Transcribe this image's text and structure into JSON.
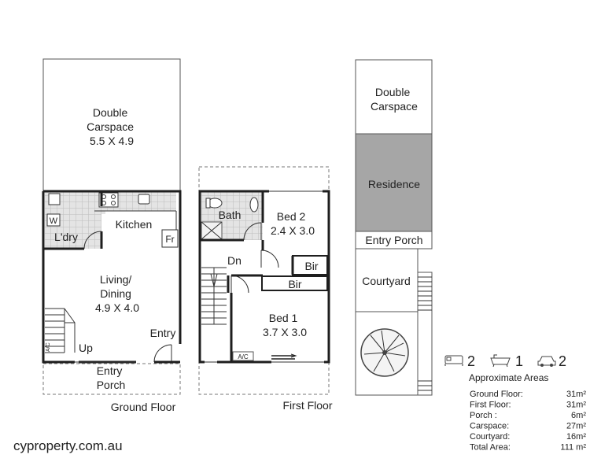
{
  "ground_floor": {
    "title": "Ground Floor",
    "carspace": {
      "name": "Double\nCarspace",
      "size": "5.5 X 4.9"
    },
    "laundry": "L'dry",
    "washer": "W",
    "kitchen": "Kitchen",
    "fridge": "Fr",
    "living": {
      "name": "Living/\nDining",
      "size": "4.9 X 4.0"
    },
    "stairs_up": "Up",
    "ac": "A/C",
    "entry": "Entry",
    "porch": "Entry\nPorch"
  },
  "first_floor": {
    "title": "First Floor",
    "bath": "Bath",
    "bed2": {
      "name": "Bed 2",
      "size": "2.4 X 3.0"
    },
    "stairs_down": "Dn",
    "bir1": "Bir",
    "bir2": "Bir",
    "bed1": {
      "name": "Bed 1",
      "size": "3.7 X 3.0"
    },
    "ac": "A/C"
  },
  "site_plan": {
    "carspace": "Double\nCarspace",
    "residence": "Residence",
    "entry_porch": "Entry Porch",
    "courtyard": "Courtyard"
  },
  "features": {
    "beds": {
      "icon": "bed-icon",
      "count": "2"
    },
    "baths": {
      "icon": "bath-icon",
      "count": "1"
    },
    "cars": {
      "icon": "car-icon",
      "count": "2"
    }
  },
  "areas": {
    "title": "Approximate Areas",
    "rows": [
      {
        "label": "Ground Floor:",
        "value": "31m²"
      },
      {
        "label": "First Floor:",
        "value": "31m²"
      },
      {
        "label": "Porch  :",
        "value": "6m²"
      },
      {
        "label": "Carspace:",
        "value": "27m²"
      },
      {
        "label": "Courtyard:",
        "value": "16m²"
      },
      {
        "label": "Total Area:",
        "value": "111 m²"
      }
    ]
  },
  "website": "cyproperty.com.au",
  "colors": {
    "residence_fill": "#a6a6a6",
    "wall": "#1e1e1e",
    "tile": "#d6d6d6"
  }
}
